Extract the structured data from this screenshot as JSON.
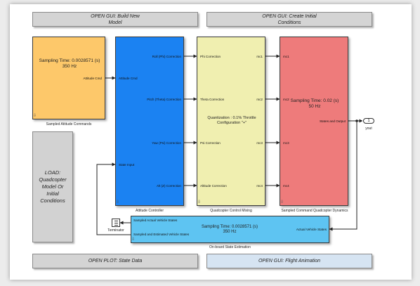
{
  "buttons": {
    "build_model_line1": "OPEN GUI: Build New",
    "build_model_line2": "Model",
    "create_conditions_line1": "OPEN GUI: Create Initial",
    "create_conditions_line2": "Conditions",
    "load_line1": "LOAD:",
    "load_line2": "Quadcopter",
    "load_line3": "Model Or",
    "load_line4": "Initial",
    "load_line5": "Conditions",
    "plot_state": "OPEN PLOT: State Data",
    "flight_animation": "OPEN GUI: Flight Animation"
  },
  "attitude_commands": {
    "label": "Sampled Attitude Commands",
    "sampling": "Sampling Time: 0.0028571 (s)",
    "rate": "350 Hz",
    "port_out": "Attitude Cmd"
  },
  "attitude_controller": {
    "label": "Attitude Controller",
    "in_attitude": "Attitude Cmd",
    "in_state": "State Input",
    "out_roll": "Roll (Phi) Correction",
    "out_pitch": "Pitch (Theta) Correction",
    "out_yaw": "Yaw (Psi) Correction",
    "out_alt": "Alt (Z) Correction"
  },
  "control_mixing": {
    "label": "Quadcopter Control Mixing",
    "in_phi": "Phi Correction",
    "in_theta": "Theta Correction",
    "in_psi": "Psi Correction",
    "in_alt": "Altitude Correction",
    "out_1": "mc1",
    "out_2": "mc2",
    "out_3": "mc3",
    "out_4": "mc4",
    "quantization_line1": "Quantization : 0.1%  Throttle",
    "quantization_line2": "Configuration \"+\""
  },
  "dynamics": {
    "label": "Sampled Command Quadcopter Dynamics",
    "in_1": "mc1",
    "in_2": "mc2",
    "in_3": "mc3",
    "in_4": "mc4",
    "sampling": "Sampling Time: 0.02 (s)",
    "rate": "50 Hz",
    "out_states": "States and Output"
  },
  "estimation": {
    "label": "On-board State Estimation",
    "in_actual": "Actual Vehicle States",
    "out_sampled_actual": "Sampled Actual Vehicle States",
    "out_sampled_estimated": "Sampled and Estimated Vehicle States",
    "sampling": "Sampling Time: 0.0028571 (s)",
    "rate": "350 Hz"
  },
  "terminator": {
    "label": "Terminator"
  },
  "outport": {
    "number": "1",
    "label": "yout"
  },
  "colors": {
    "attitude_commands": "#fdc86a",
    "attitude_controller": "#1b82f2",
    "control_mixing": "#f0efb0",
    "dynamics": "#ee7b7b",
    "estimation": "#5ec4f2",
    "load_block": "#d2d2d2"
  }
}
